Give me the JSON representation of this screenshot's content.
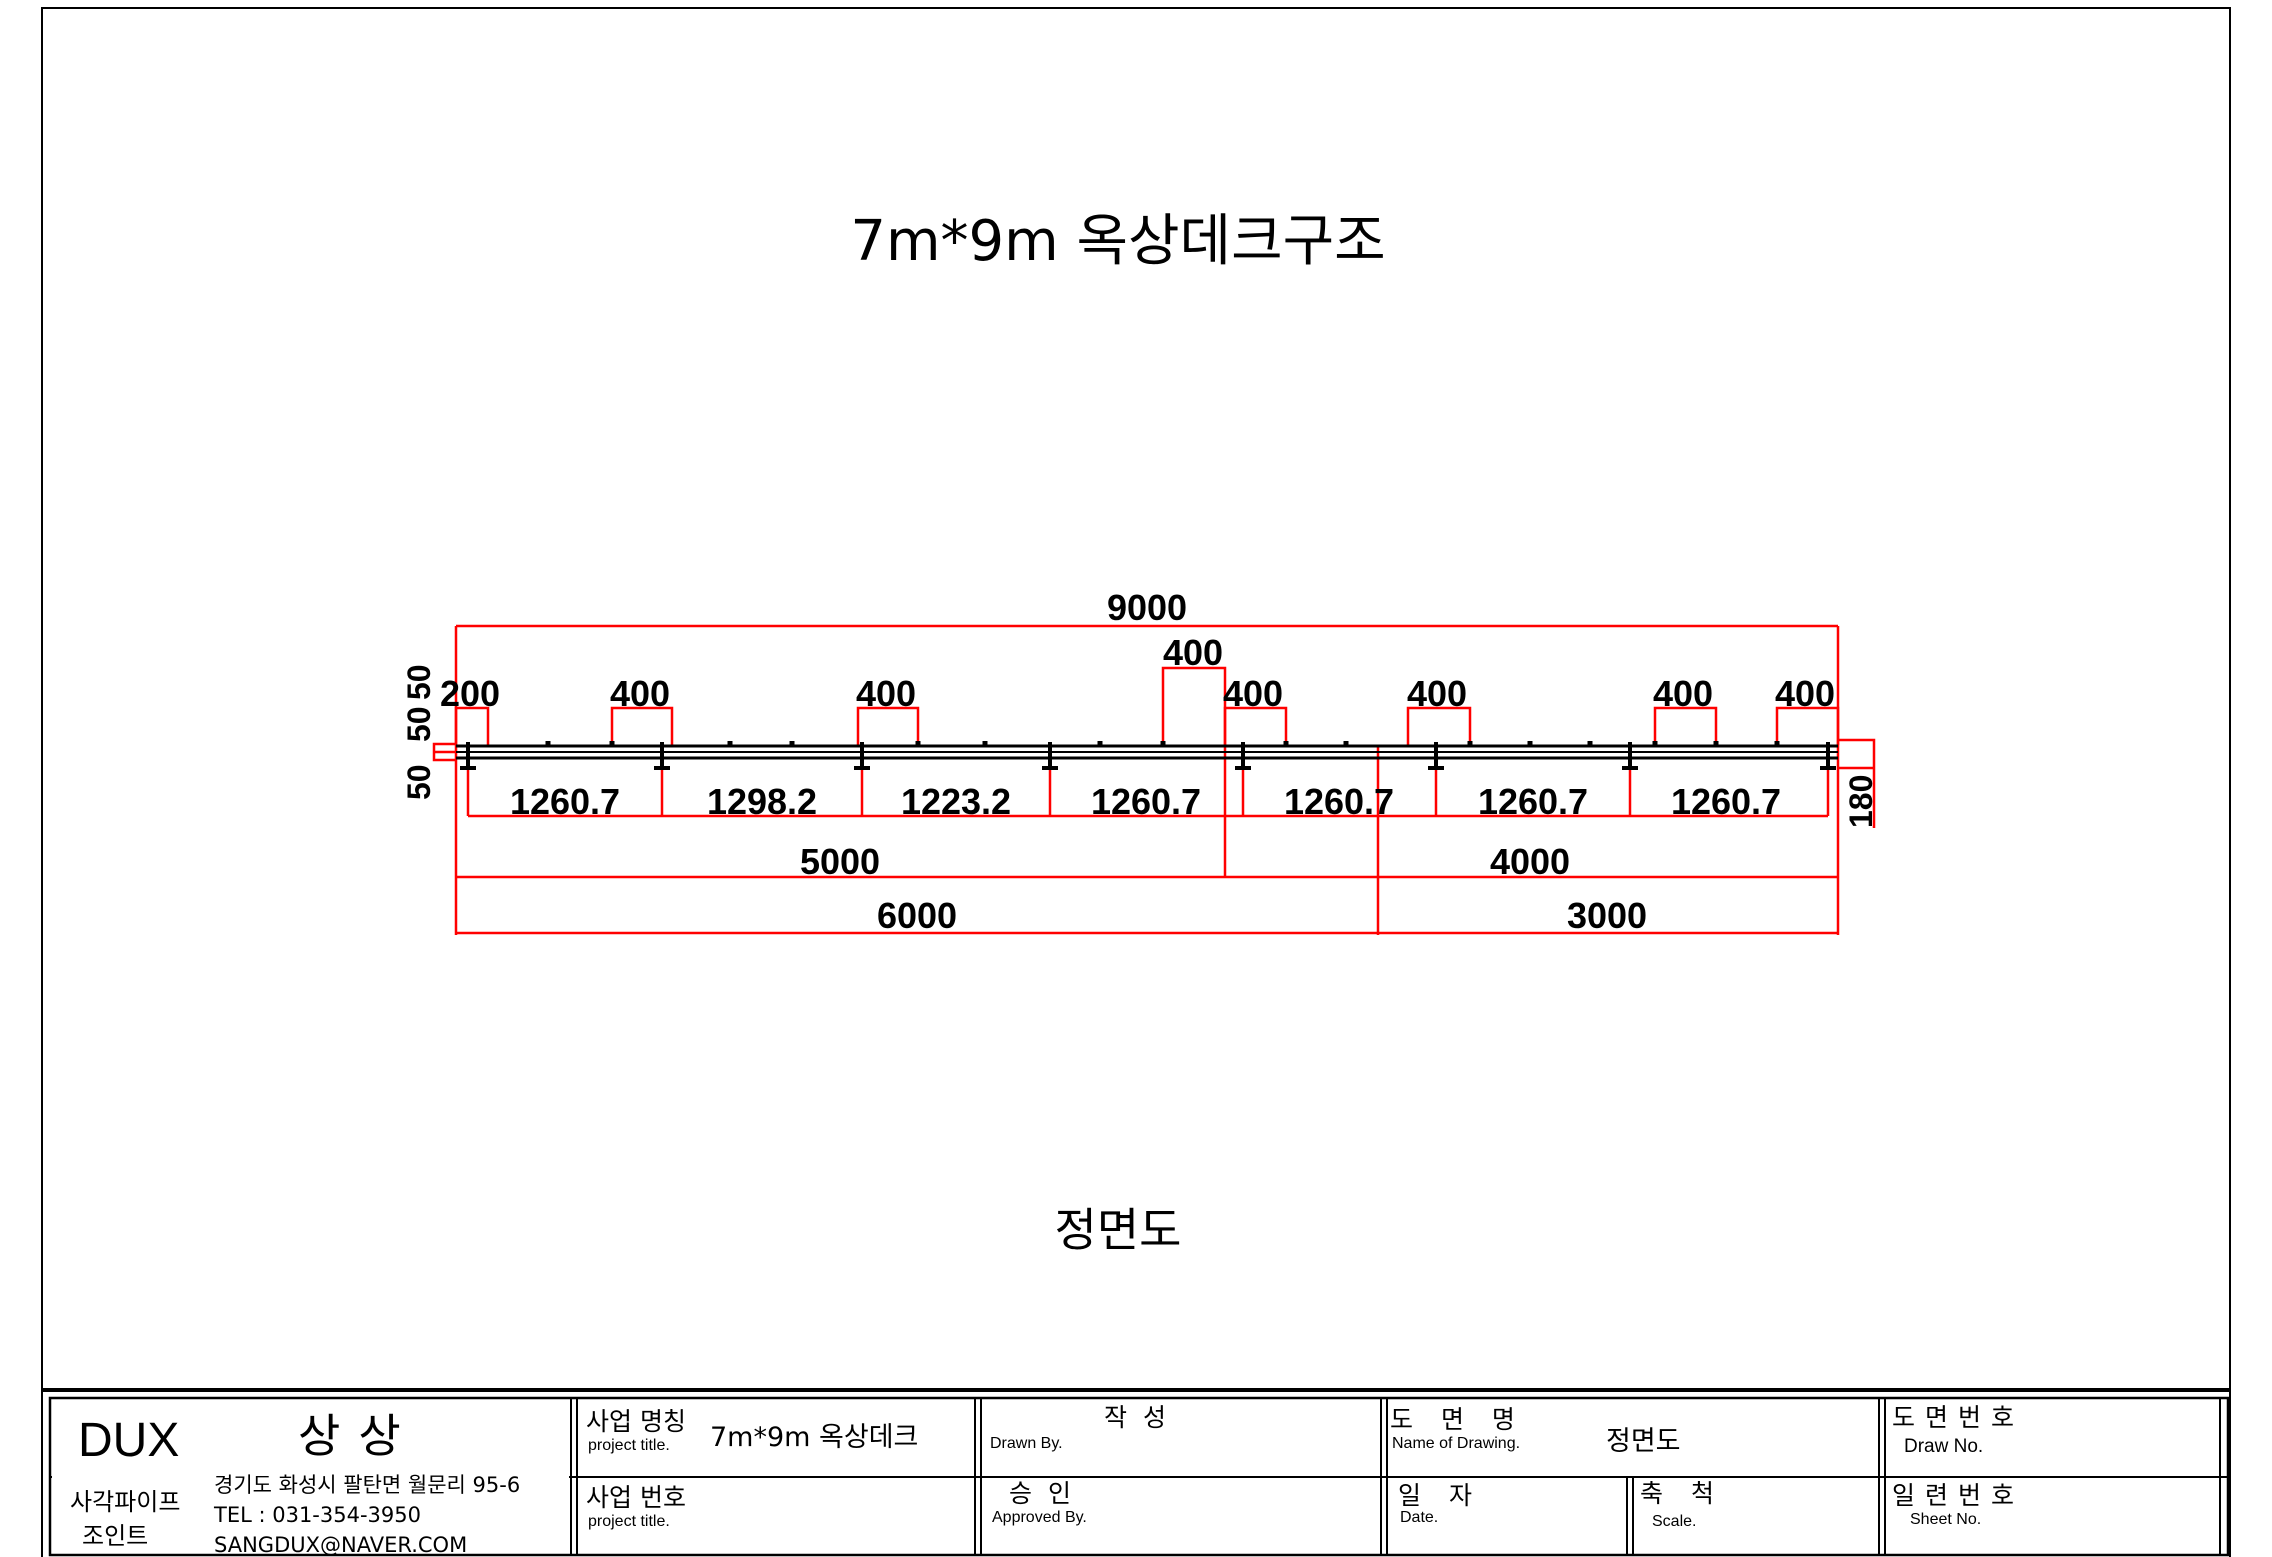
{
  "drawing_title": "7m*9m 옥상데크구조",
  "view_title": "정면도",
  "dimensions": {
    "overall": "9000",
    "top_spacings": [
      "200",
      "400",
      "400",
      "400",
      "400",
      "400",
      "400",
      "400"
    ],
    "bays": [
      "1260.7",
      "1298.2",
      "1223.2",
      "1260.7",
      "1260.7",
      "1260.7",
      "1260.7"
    ],
    "split_5000": "5000",
    "split_4000": "4000",
    "split_6000": "6000",
    "split_3000": "3000",
    "left_upper": "50",
    "left_mid": "50",
    "left_lower": "50",
    "right_height": "180"
  },
  "title_block": {
    "company": "DUX",
    "company_kr": "상상",
    "product_line1": "사각파이프",
    "product_line2": "조인트",
    "address": "경기도 화성시 팔탄면 월문리 95-6",
    "tel": "TEL : 031-354-3950",
    "email": "SANGDUX@NAVER.COM",
    "project_name_label": "사업 명칭",
    "project_name_en": "project title.",
    "project_name_value": "7m*9m 옥상데크",
    "project_no_label": "사업 번호",
    "project_no_en": "project title.",
    "drawn_label": "작  성",
    "drawn_en": "Drawn By.",
    "approved_label": "승  인",
    "approved_en": "Approved By.",
    "drawing_name_label": "도 면 명",
    "drawing_name_en": "Name of Drawing.",
    "drawing_name_value": "정면도",
    "date_label": "일 자",
    "date_en": "Date.",
    "scale_label": "축 척",
    "scale_en": "Scale.",
    "draw_no_label": "도면번호",
    "draw_no_en": "Draw No.",
    "sheet_no_label": "일련번호",
    "sheet_no_en": "Sheet No."
  },
  "colors": {
    "dimension": "#ff0000",
    "line": "#000000",
    "background": "#ffffff"
  }
}
